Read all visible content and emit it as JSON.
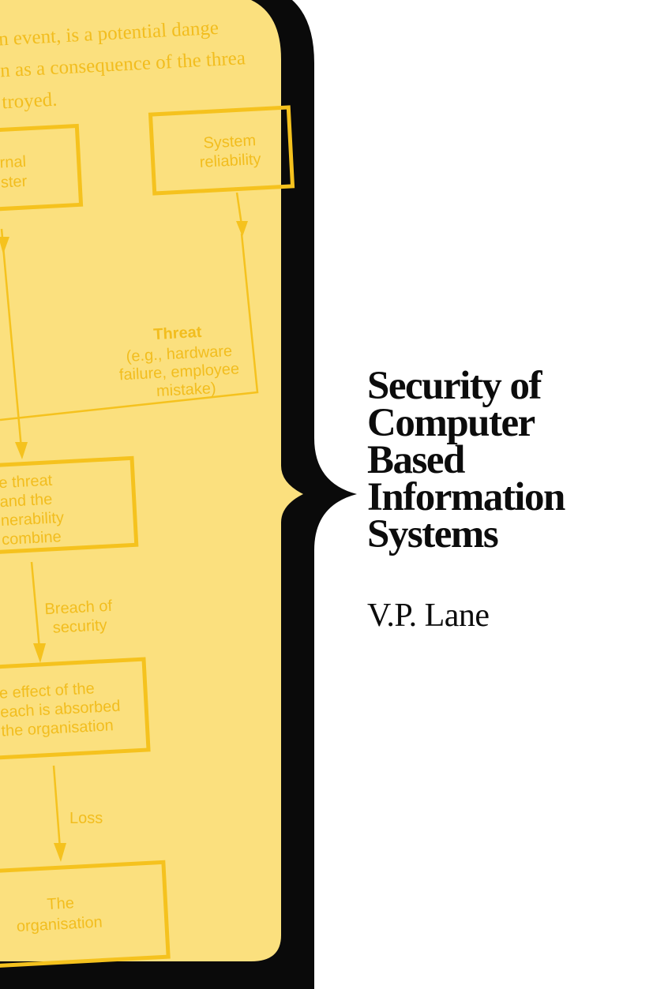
{
  "book": {
    "title_lines": [
      "Security of",
      "Computer",
      "Based",
      "Information",
      "Systems"
    ],
    "author": "V.P. Lane"
  },
  "illustration": {
    "paragraph_lines": [
      "n event, is a potential dange",
      "n as a consequence of the threa",
      "troyed."
    ],
    "boxes": {
      "natural_disaster": [
        "rnal",
        "ster"
      ],
      "system_reliability": [
        "System",
        "reliability"
      ],
      "threat_heading": "Threat",
      "threat_lines": [
        "(e.g., hardware",
        "failure, employee",
        "mistake)"
      ],
      "combine": [
        "e threat",
        "and the",
        "nerability",
        "combine"
      ],
      "effect": [
        "e effect of the",
        "each is absorbed",
        "the organisation"
      ],
      "organisation": [
        "The",
        "organisation"
      ]
    },
    "labels": {
      "breach": [
        "Breach of",
        "security"
      ],
      "loss": "Loss"
    },
    "colors": {
      "panel_fill": "#fbe07e",
      "diagram_ink": "#f5c21e",
      "frame": "#0a0a0a",
      "title_ink": "#0c0c0c"
    }
  }
}
